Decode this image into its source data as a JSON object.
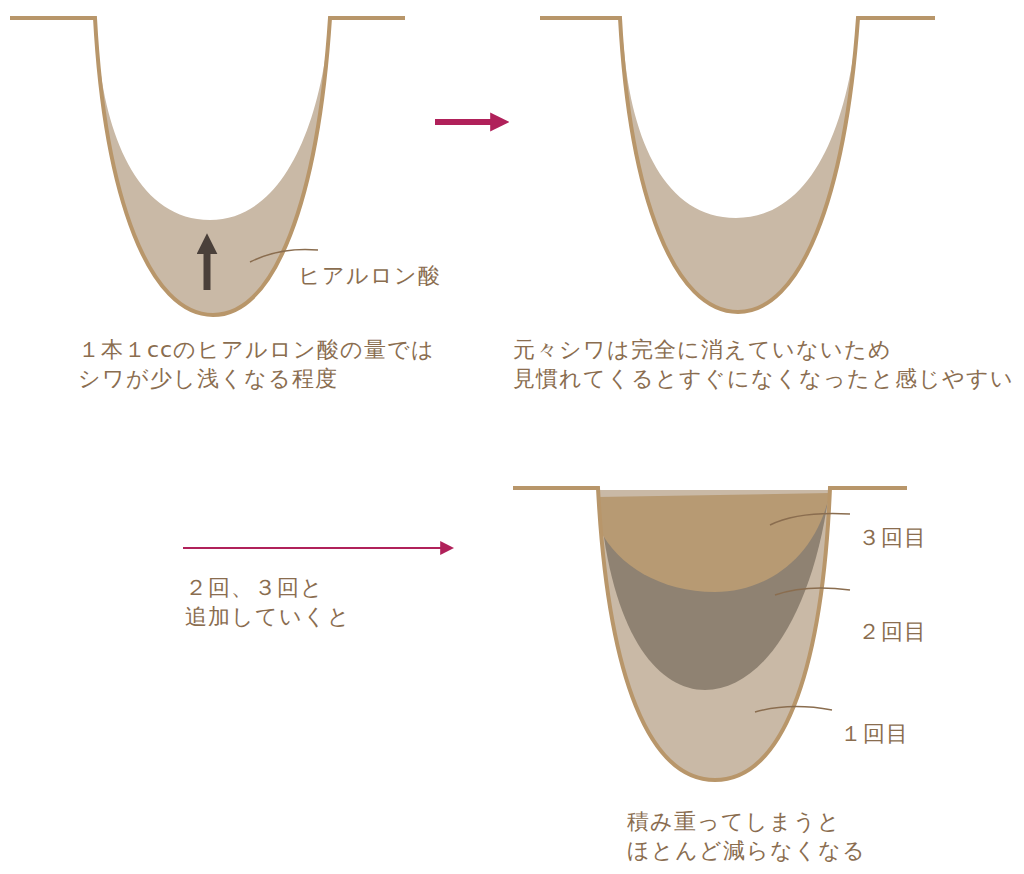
{
  "diagram": {
    "labels": [
      "ヒアルロン酸",
      "１本１ccのヒアルロン酸の量では シワが少し浅くなる程度",
      "元々シワは完全に消えていないため 見慣れてくるとすぐになくなったと感じやすい",
      "２回、３回と 追加していくと",
      "３回目",
      "２回目",
      "１回目",
      "積み重ってしまうと ほとんど減らなくなる"
    ]
  }
}
